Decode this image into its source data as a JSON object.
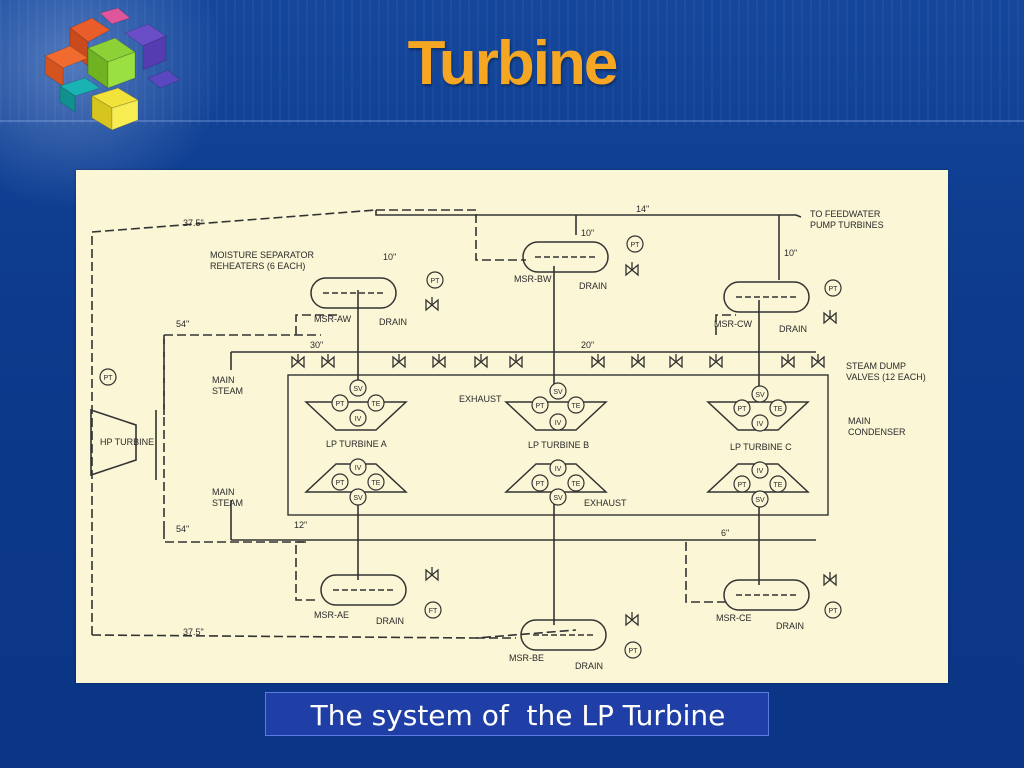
{
  "slide": {
    "title": "Turbine",
    "caption": "The system of  the LP Turbine"
  },
  "colors": {
    "background": "#0d3a8c",
    "title": "#f5a623",
    "diagram_bg": "#fbf6d6",
    "caption_box": "#1f3fa6"
  },
  "diagram": {
    "labels": {
      "to_feedwater": "TO FEEDWATER",
      "pump_turbines": "PUMP TURBINES",
      "moisture_sep": "MOISTURE SEPARATOR",
      "reheaters": "REHEATERS (6 EACH)",
      "main_steam_top_1": "MAIN",
      "main_steam_top_2": "STEAM",
      "main_steam_bot_1": "MAIN",
      "main_steam_bot_2": "STEAM",
      "steam_dump_1": "STEAM DUMP",
      "steam_dump_2": "VALVES (12 EACH)",
      "main_condenser_1": "MAIN",
      "main_condenser_2": "CONDENSER",
      "hp_turbine": "HP TURBINE",
      "lp_a": "LP TURBINE A",
      "lp_b": "LP TURBINE B",
      "lp_c": "LP TURBINE C",
      "exhaust_top": "EXHAUST",
      "exhaust_bot": "EXHAUST"
    },
    "pipe_sizes": {
      "p37_top": "37.5\"",
      "p37_bot": "37.5\"",
      "p54_top": "54\"",
      "p54_bot": "54\"",
      "p14": "14\"",
      "p10_a": "10\"",
      "p10_b": "10\"",
      "p10_c": "10\"",
      "p30": "30\"",
      "p20": "20\"",
      "p12": "12\"",
      "p6": "6\""
    },
    "msr": {
      "aw": "MSR-AW",
      "bw": "MSR-BW",
      "cw": "MSR-CW",
      "ae": "MSR-AE",
      "be": "MSR-BE",
      "ce": "MSR-CE"
    },
    "drain": "DRAIN",
    "instruments": {
      "pt": "PT",
      "ft": "FT",
      "sv": "SV",
      "iv": "IV",
      "te": "TE"
    }
  }
}
